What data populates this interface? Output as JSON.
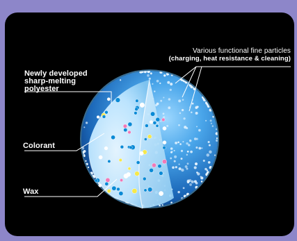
{
  "labels": {
    "newly_line1": "Newly developed",
    "newly_line2": "sharp-melting",
    "newly_line3": "polyester",
    "colorant": "Colorant",
    "wax": "Wax",
    "fine_particles_line1": "Various functional fine particles",
    "fine_particles_line2": "(charging, heat resistance & cleaning)"
  },
  "colors": {
    "border": "#8d86c9",
    "background": "#000000",
    "sphere_blue": "#2f88d8",
    "cut_face": "#bfe6ff",
    "colorant_cyan": "#0a8ad6",
    "colorant_magenta": "#f07ab8",
    "colorant_yellow": "#f6e84a",
    "wax_white": "#ffffff",
    "fine_particle": "#e6f4ff",
    "leader_line": "#ffffff"
  }
}
